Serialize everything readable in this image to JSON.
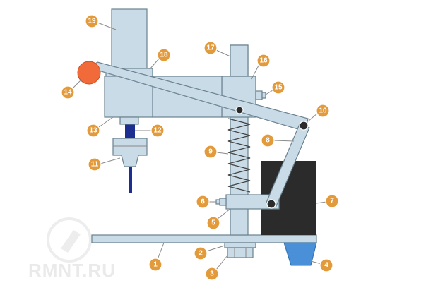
{
  "watermark": {
    "text": "RMNT.RU"
  },
  "colors": {
    "part_fill": "#c9dbe6",
    "part_stroke": "#6a8190",
    "weight_block": "#2b2b2b",
    "callout": "#e39a3b",
    "handle_ball": "#f06a3a",
    "shaft": "#1c2e8f",
    "base_foot": "#4a90d9"
  },
  "callouts": [
    {
      "n": "1"
    },
    {
      "n": "2"
    },
    {
      "n": "3"
    },
    {
      "n": "4"
    },
    {
      "n": "5"
    },
    {
      "n": "6"
    },
    {
      "n": "7"
    },
    {
      "n": "8"
    },
    {
      "n": "9"
    },
    {
      "n": "10"
    },
    {
      "n": "11"
    },
    {
      "n": "12"
    },
    {
      "n": "13"
    },
    {
      "n": "14"
    },
    {
      "n": "15"
    },
    {
      "n": "16"
    },
    {
      "n": "17"
    },
    {
      "n": "18"
    },
    {
      "n": "19"
    }
  ]
}
